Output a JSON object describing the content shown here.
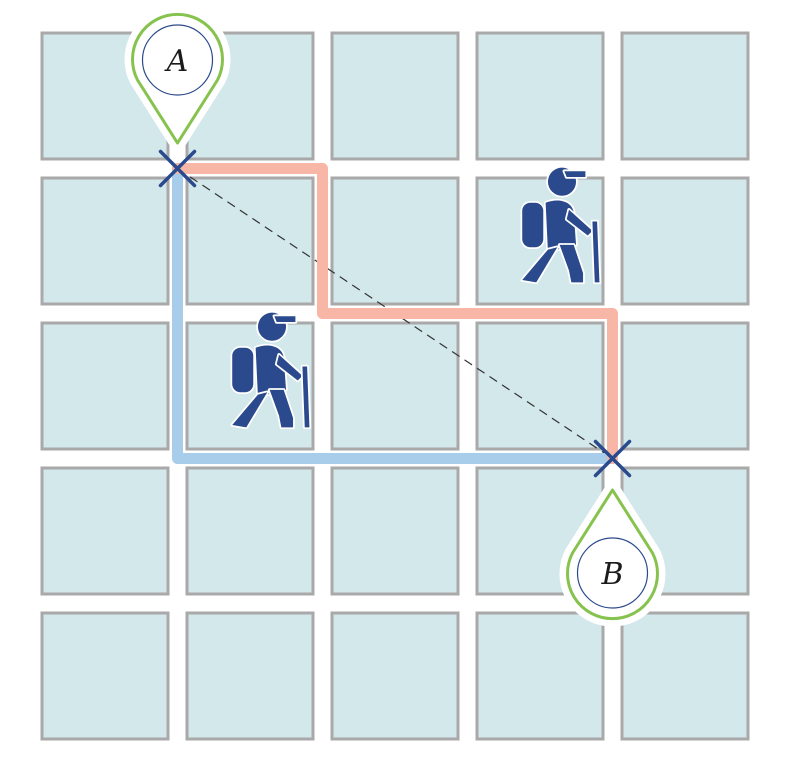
{
  "grid": {
    "rows": 5,
    "cols": 5
  },
  "colors": {
    "block_fill": "#d2e8eb",
    "block_stroke": "#a9a9a9",
    "route_red": "#f7b6a6",
    "route_blue": "#a8cdeb",
    "marker_green": "#86c34e",
    "cross_navy": "#2b4a8d",
    "hiker_navy": "#2b4a8d",
    "straight_line": "#333333"
  },
  "points": {
    "A": {
      "label": "A",
      "node": [
        1,
        1
      ]
    },
    "B": {
      "label": "B",
      "node": [
        4,
        3
      ]
    }
  },
  "routes": {
    "red": [
      [
        1,
        1
      ],
      [
        2,
        1
      ],
      [
        2,
        2
      ],
      [
        4,
        2
      ],
      [
        4,
        3
      ]
    ],
    "blue": [
      [
        1,
        1
      ],
      [
        1,
        3
      ],
      [
        4,
        3
      ]
    ]
  },
  "straight_line": {
    "from": "A",
    "to": "B",
    "style": "dashed"
  },
  "hikers": [
    {
      "icon": "hiker-icon",
      "cell": [
        3,
        1
      ]
    },
    {
      "icon": "hiker-icon",
      "cell": [
        1,
        2
      ]
    }
  ]
}
